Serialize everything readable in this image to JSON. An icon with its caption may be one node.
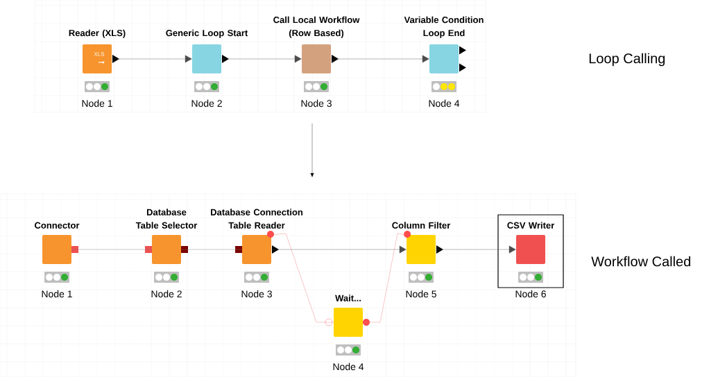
{
  "diagram": {
    "nodes": [
      {
        "text": [],
        "shape": "box"
      },
      {
        "text": [
          "Reader (XLS)"
        ],
        "in": 0,
        "beside": [
          "Node 1"
        ]
      },
      {
        "text": [
          "Generic Loop Start"
        ],
        "in": 0,
        "beside": [
          "Node 2"
        ]
      },
      {
        "text": [
          "Call Local Workflow (Row Based)"
        ],
        "in": 0,
        "beside": [
          "Node 3"
        ]
      },
      {
        "text": [
          "Variable Condition Loop End"
        ],
        "in": 0,
        "beside": [
          "Node 4"
        ]
      },
      {
        "text": [],
        "shape": "box"
      },
      {
        "text": [
          "Connector"
        ],
        "in": 5,
        "beside": [
          "Node 1"
        ]
      },
      {
        "text": [
          "Database Table Selector"
        ],
        "in": 5,
        "beside": [
          "Node 2"
        ]
      },
      {
        "text": [
          "Database Connection Table Reader"
        ],
        "in": 5,
        "beside": [
          "Node 3"
        ]
      },
      {
        "text": [
          "Wait..."
        ],
        "in": 5,
        "beside": [
          "Node 4"
        ]
      },
      {
        "text": [
          "Column Filter"
        ],
        "in": 5,
        "beside": [
          "Node 5"
        ]
      },
      {
        "text": [
          "CSV Writer"
        ],
        "in": 5,
        "beside": [
          "Node 6"
        ]
      }
    ],
    "edges": [
      {
        "from": 1,
        "to": 2,
        "arrow": "to"
      },
      {
        "from": 2,
        "to": 3,
        "arrow": "to"
      },
      {
        "from": 3,
        "to": 4,
        "arrow": "to"
      },
      {
        "from": 0,
        "to": 5,
        "arrow": "to"
      },
      {
        "from": 6,
        "to": 7,
        "arrow": "none"
      },
      {
        "from": 7,
        "to": 8,
        "arrow": "none"
      },
      {
        "from": 8,
        "to": 10,
        "arrow": "to"
      },
      {
        "from": 8,
        "to": 9,
        "arrow": "none",
        "color": "#f07070"
      },
      {
        "from": 9,
        "to": 10,
        "arrow": "none",
        "color": "#f07070"
      },
      {
        "from": 10,
        "to": 11,
        "arrow": "to"
      }
    ],
    "labels": [
      "XLS",
      "Loop Calling",
      "Workflow Called"
    ]
  }
}
